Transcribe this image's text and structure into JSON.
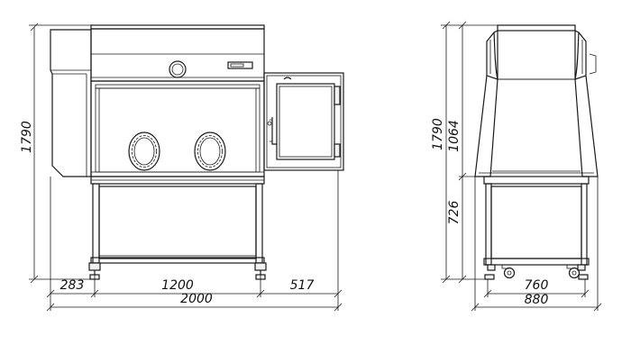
{
  "front_view": {
    "dimensions": {
      "overall_height": "1790",
      "left_part_width": "283",
      "chamber_width": "1200",
      "door_width": "517",
      "overall_width": "2000"
    }
  },
  "side_view": {
    "dimensions": {
      "overall_height": "1790",
      "upper_height": "1064",
      "lower_height": "726",
      "inner_width": "760",
      "overall_depth": "880"
    }
  }
}
